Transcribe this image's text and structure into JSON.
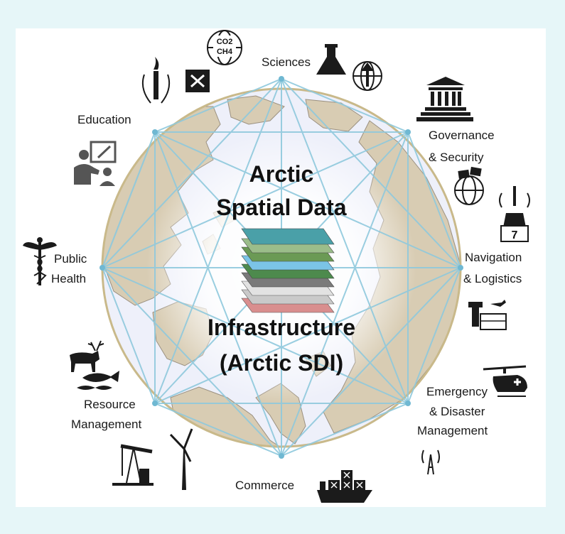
{
  "center": {
    "title_lines": [
      "Arctic",
      "Spatial Data",
      "Infrastructure",
      "(Arctic SDI)"
    ]
  },
  "themes": [
    {
      "id": "sciences",
      "lines": [
        "Sciences"
      ]
    },
    {
      "id": "governance",
      "lines": [
        "Governance",
        "& Security"
      ]
    },
    {
      "id": "navigation",
      "lines": [
        "Navigation",
        "& Logistics"
      ]
    },
    {
      "id": "emergency",
      "lines": [
        "Emergency",
        "& Disaster",
        "Management"
      ]
    },
    {
      "id": "commerce",
      "lines": [
        "Commerce"
      ]
    },
    {
      "id": "resource",
      "lines": [
        "Resource",
        "Management"
      ]
    },
    {
      "id": "public-health",
      "lines": [
        "Public",
        "Health"
      ]
    },
    {
      "id": "education",
      "lines": [
        "Education"
      ]
    }
  ],
  "icon_text": {
    "co2": "CO2",
    "ch4": "CH4",
    "buoy_number": "7"
  },
  "icons": [
    "co2-ch4-globe-icon",
    "flask-icon",
    "globe-tower-icon",
    "torch-laurel-icon",
    "satellite-square-icon",
    "courthouse-icon",
    "globe-flags-icon",
    "buoy-icon",
    "airport-icon",
    "helicopter-icon",
    "radio-tower-icon",
    "cargo-ship-icon",
    "wind-turbine-icon",
    "oil-pump-icon",
    "caribou-icon",
    "fish-icon",
    "caduceus-icon",
    "teacher-board-icon"
  ],
  "colors": {
    "background": "#e6f6f8",
    "ocean": "#eef0fa",
    "land": "#d8ccb3",
    "network_lines": "#8fc9dd",
    "ring": "#c9b98a"
  }
}
